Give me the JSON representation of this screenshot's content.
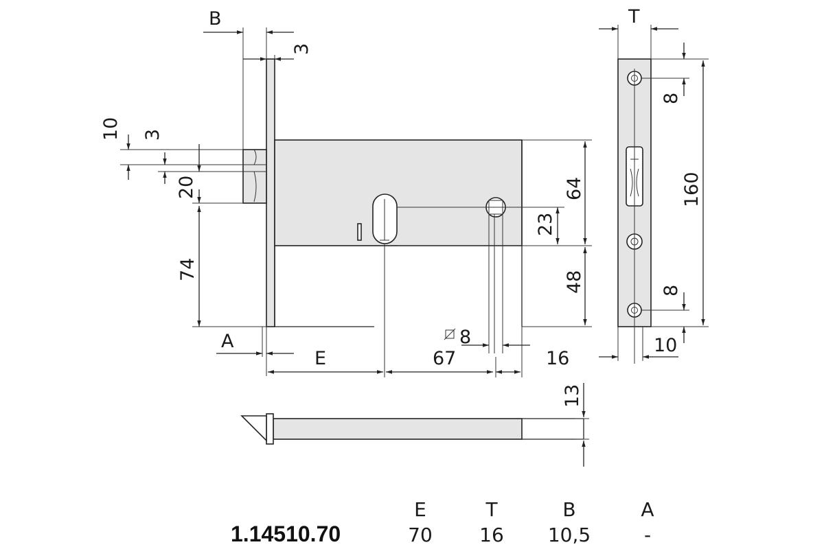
{
  "dimensions": {
    "B": "B",
    "three_top": "3",
    "T": "T",
    "ten_left": "10",
    "three_left": "3",
    "twenty": "20",
    "seventy_four": "74",
    "sixty_four": "64",
    "twenty_three": "23",
    "forty_eight": "48",
    "one_sixty": "160",
    "eight_top": "8",
    "eight_bottom": "8",
    "ten_bottom": "10",
    "A": "A",
    "E": "E",
    "square_eight": "8",
    "sixty_seven": "67",
    "sixteen": "16",
    "thirteen": "13"
  },
  "table": {
    "headers": [
      "E",
      "T",
      "B",
      "A"
    ],
    "code": "1.14510.70",
    "values": [
      "70",
      "16",
      "10,5",
      "-"
    ]
  }
}
